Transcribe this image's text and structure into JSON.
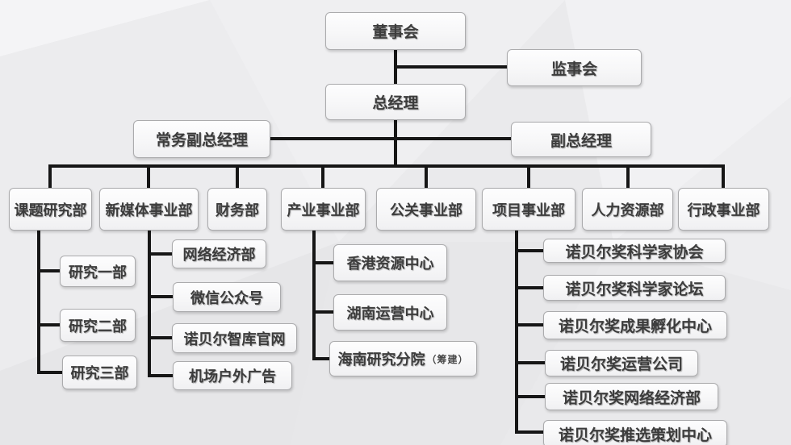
{
  "org": {
    "board": {
      "label": "董事会"
    },
    "supervisory": {
      "label": "监事会"
    },
    "general_manager": {
      "label": "总经理"
    },
    "executive_deputy_gm": {
      "label": "常务副总经理"
    },
    "deputy_gm": {
      "label": "副总经理"
    },
    "departments": [
      {
        "label": "课题研究部",
        "children": [
          {
            "label": "研究一部"
          },
          {
            "label": "研究二部"
          },
          {
            "label": "研究三部"
          }
        ]
      },
      {
        "label": "新媒体事业部",
        "children": [
          {
            "label": "网络经济部"
          },
          {
            "label": "微信公众号"
          },
          {
            "label": "诺贝尔智库官网"
          },
          {
            "label": "机场户外广告"
          }
        ]
      },
      {
        "label": "财务部",
        "children": []
      },
      {
        "label": "产业事业部",
        "children": [
          {
            "label": "香港资源中心"
          },
          {
            "label": "湖南运营中心"
          },
          {
            "label": "海南研究分院",
            "suffix": "（筹建）"
          }
        ]
      },
      {
        "label": "公关事业部",
        "children": []
      },
      {
        "label": "项目事业部",
        "children": [
          {
            "label": "诺贝尔奖科学家协会"
          },
          {
            "label": "诺贝尔奖科学家论坛"
          },
          {
            "label": "诺贝尔奖成果孵化中心"
          },
          {
            "label": "诺贝尔奖运营公司"
          },
          {
            "label": "诺贝尔奖网络经济部"
          },
          {
            "label": "诺贝尔奖推选策划中心"
          }
        ]
      },
      {
        "label": "人力资源部",
        "children": []
      },
      {
        "label": "行政事业部",
        "children": []
      }
    ],
    "colors": {
      "line": "#161616",
      "box_border": "#ababad",
      "box_fill": "#f7f7f8",
      "text": "#3c3c3c",
      "background": "#eaeaec"
    }
  }
}
